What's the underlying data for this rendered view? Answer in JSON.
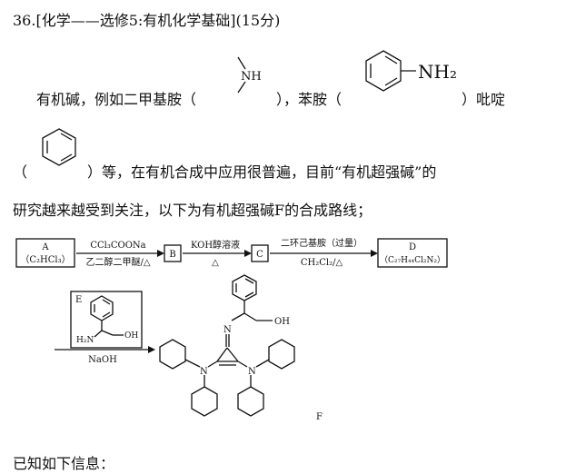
{
  "question": {
    "header": "36.[化学——选修5:有机化学基础](15分)",
    "intro_part1": "有机碱，例如二甲基胺（",
    "intro_part2": "），苯胺（",
    "intro_part3": "）吡啶",
    "line2_open": "（",
    "line2_rest": "）等，在有机合成中应用很普遍，目前“有机超强碱”的",
    "line3": "研究越来越受到关注，以下为有机超强碱F的合成路线；",
    "footer": "已知如下信息："
  },
  "structures": {
    "dimethylamine_label": "NH",
    "aniline_label": "NH₂"
  },
  "scheme": {
    "A_label": "A",
    "A_formula": "（C₂HCl₃）",
    "step1_top": "CCl₃COONa",
    "step1_bottom": "乙二醇二甲醚/△",
    "B_label": "B",
    "step2_top": "KOH醇溶液",
    "step2_bottom": "△",
    "C_label": "C",
    "step3_top": "二环己基胺（过量）",
    "step3_bottom": "CH₂Cl₂/△",
    "D_label": "D",
    "D_formula": "（C₂₇H₄₄Cl₂N₂）",
    "E_label": "E",
    "E_H2N": "H₂N",
    "E_OH": "OH",
    "step4_bottom": "NaOH",
    "F_N_imine": "N",
    "F_OH": "OH",
    "F_N_left": "N",
    "F_N_right": "N",
    "F_label": "F"
  }
}
